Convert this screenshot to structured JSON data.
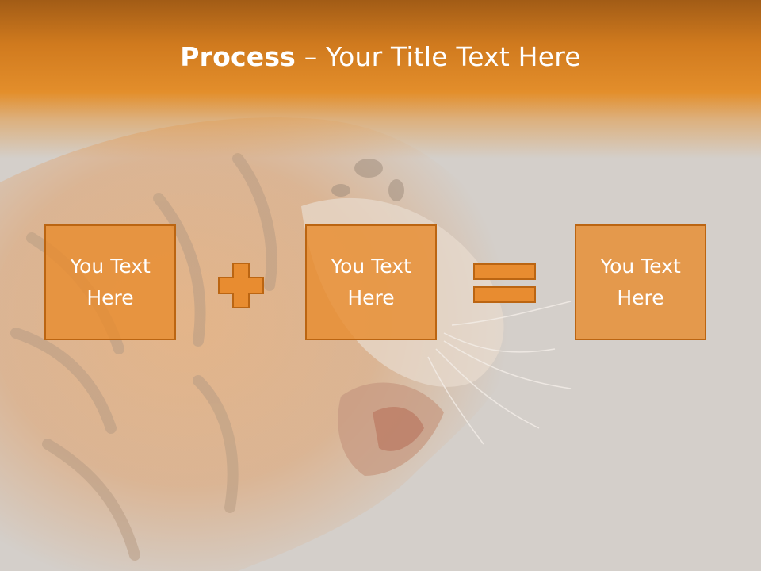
{
  "slide": {
    "title": {
      "bold": "Process",
      "rest": " – Your Title Text Here"
    },
    "boxes": [
      {
        "text": "You Text\nHere"
      },
      {
        "text": "You Text\nHere"
      },
      {
        "text": "You Text\nHere"
      }
    ],
    "operators": [
      "plus-icon",
      "equals-icon"
    ],
    "background_image": "tiger-roaring-image",
    "colors": {
      "header": "#d98522",
      "box_fill": "#e88c30",
      "box_border": "#bb6512",
      "background": "#d4cfca",
      "text": "#ffffff"
    }
  }
}
